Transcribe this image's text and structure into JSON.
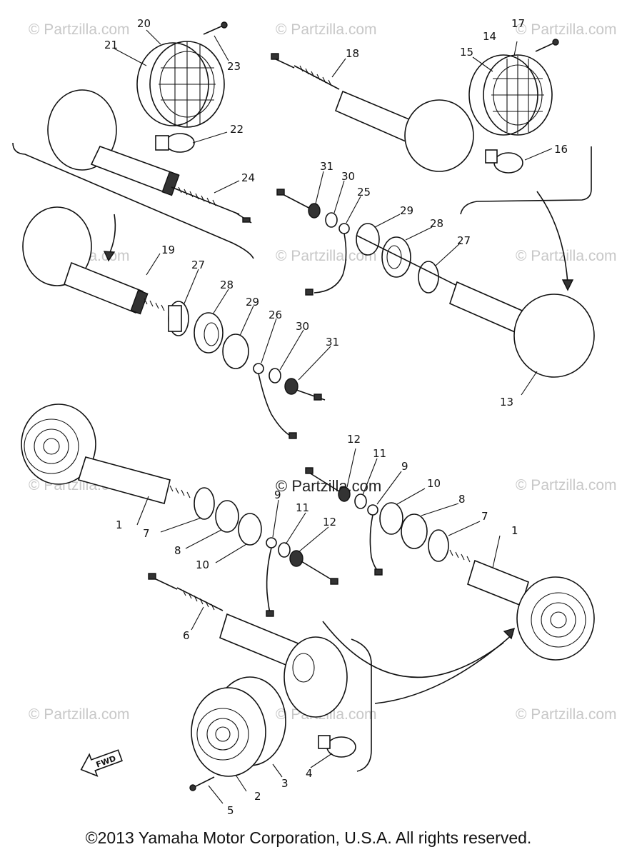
{
  "watermark": "© Partzilla.com",
  "center_watermark": "© Partzilla.com",
  "fwd_label": "FWD",
  "copyright": "©2013 Yamaha Motor Corporation, U.S.A. All rights reserved.",
  "callouts": {
    "c1a": "1",
    "c1b": "1",
    "c2": "2",
    "c3": "3",
    "c4": "4",
    "c5": "5",
    "c6": "6",
    "c7a": "7",
    "c7b": "7",
    "c8a": "8",
    "c8b": "8",
    "c9a": "9",
    "c9b": "9",
    "c10a": "10",
    "c10b": "10",
    "c11a": "11",
    "c11b": "11",
    "c12a": "12",
    "c12b": "12",
    "c13": "13",
    "c14": "14",
    "c15": "15",
    "c16": "16",
    "c17": "17",
    "c18": "18",
    "c19": "19",
    "c20": "20",
    "c21": "21",
    "c22": "22",
    "c23": "23",
    "c24": "24",
    "c25": "25",
    "c26": "26",
    "c27a": "27",
    "c27b": "27",
    "c28a": "28",
    "c28b": "28",
    "c29a": "29",
    "c29b": "29",
    "c30a": "30",
    "c30b": "30",
    "c31a": "31",
    "c31b": "31"
  }
}
